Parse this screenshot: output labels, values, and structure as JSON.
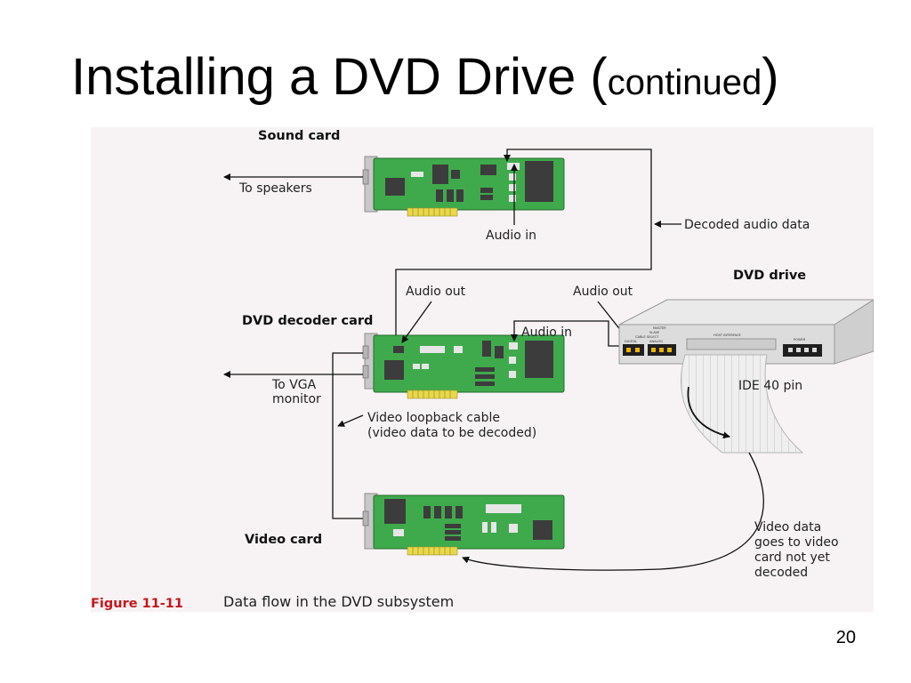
{
  "slide": {
    "title_main": "Installing a DVD Drive (",
    "title_small": "continued",
    "title_close": ")",
    "page_number": "20"
  },
  "diagram": {
    "sound_card": "Sound card",
    "to_speakers": "To speakers",
    "audio_in_sound": "Audio in",
    "decoded_audio_data": "Decoded audio data",
    "dvd_drive": "DVD drive",
    "audio_out_decoder": "Audio out",
    "audio_out_drive": "Audio out",
    "audio_in_decoder": "Audio in",
    "dvd_decoder_card": "DVD decoder card",
    "to_vga_line1": "To VGA",
    "to_vga_line2": "monitor",
    "ide_40_pin": "IDE 40 pin",
    "video_loopback_line1": "Video loopback cable",
    "video_loopback_line2": "(video data to be decoded)",
    "video_card": "Video card",
    "video_data_line1": "Video data",
    "video_data_line2": "goes to video",
    "video_data_line3": "card not yet",
    "video_data_line4": "decoded",
    "figure_number": "Figure 11-11",
    "figure_caption": "Data flow in the DVD subsystem",
    "drive_label_master": "MASTER",
    "drive_label_slave": "SLAVE",
    "drive_label_cable_select": "CABLE SELECT",
    "drive_label_digital": "DIGITAL",
    "drive_label_analog": "ANALOG",
    "drive_label_host_interface": "HOST INTERFACE",
    "drive_label_power": "POWER"
  },
  "colors": {
    "figure_background": "#f7f3f4",
    "card_green": "#3faa4c",
    "chip_dark": "#3c3c3c",
    "figure_number": "#c4161c"
  }
}
